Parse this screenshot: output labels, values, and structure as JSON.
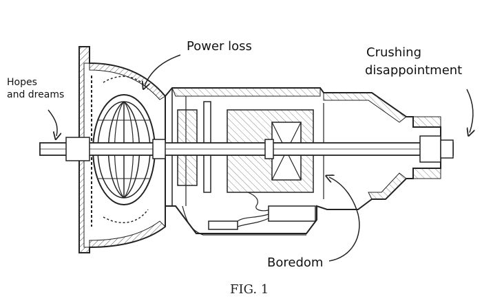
{
  "labels": {
    "hopes_line1": "Hopes",
    "hopes_line2": "and dreams",
    "power_loss": "Power loss",
    "crushing_line1": "Crushing",
    "crushing_line2": "disappointment",
    "boredom": "Boredom"
  },
  "caption": "FIG. 1",
  "colors": {
    "ink": "#222222",
    "hatch": "#555555",
    "background": "#ffffff"
  }
}
